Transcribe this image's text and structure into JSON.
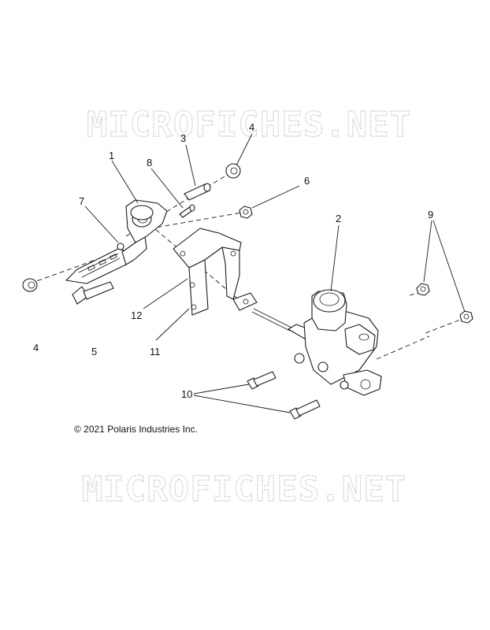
{
  "diagram": {
    "watermarks": [
      "MICROFICHES.NET",
      "MICROFICHES.NET"
    ],
    "callouts": [
      "1",
      "2",
      "3",
      "4",
      "4",
      "5",
      "6",
      "7",
      "8",
      "9",
      "10",
      "11",
      "12"
    ],
    "copyright": "© 2021 Polaris Industries Inc."
  }
}
